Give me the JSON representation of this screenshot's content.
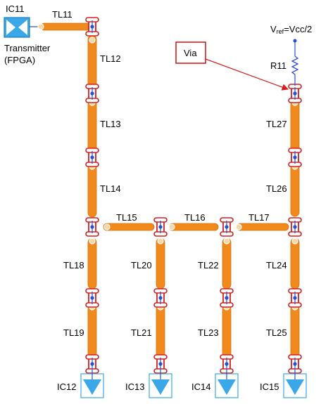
{
  "transmitter": {
    "ic": "IC11",
    "line1": "Transmitter",
    "line2": "(FPGA)"
  },
  "receivers": [
    "IC12",
    "IC13",
    "IC14",
    "IC15"
  ],
  "traces": {
    "tl11": "TL11",
    "tl12": "TL12",
    "tl13": "TL13",
    "tl14": "TL14",
    "tl15": "TL15",
    "tl16": "TL16",
    "tl17": "TL17",
    "tl18": "TL18",
    "tl19": "TL19",
    "tl20": "TL20",
    "tl21": "TL21",
    "tl22": "TL22",
    "tl23": "TL23",
    "tl24": "TL24",
    "tl25": "TL25",
    "tl26": "TL26",
    "tl27": "TL27"
  },
  "resistor": "R11",
  "vref": {
    "main": "V",
    "sub": "ref",
    "rest": "=Vcc/2"
  },
  "callout": {
    "label": "Via"
  },
  "colors": {
    "trace": "#F08A1C",
    "via": "#D42020",
    "ic": "#3AA8E8",
    "wire": "#2A4FD0"
  }
}
